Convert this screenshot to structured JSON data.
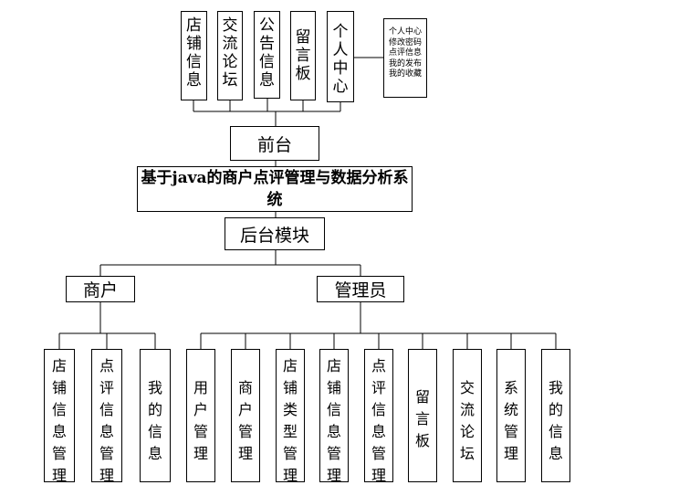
{
  "front_modules": [
    "店铺信息",
    "交流论坛",
    "公告信息",
    "留言板",
    "个人中心"
  ],
  "personal_center_note": [
    "个人中心",
    "修改密码",
    "点评信息",
    "我的发布",
    "我的收藏"
  ],
  "front_label": "前台",
  "system_title": "基于java的商户点评管理与数据分析系统",
  "backend_label": "后台模块",
  "roles": {
    "merchant": {
      "label": "商户",
      "modules": [
        "店铺信息管理",
        "点评信息管理",
        "我的信息"
      ]
    },
    "admin": {
      "label": "管理员",
      "modules": [
        "用户管理",
        "商户管理",
        "店铺类型管理",
        "店铺信息管理",
        "点评信息管理",
        "留言板",
        "交流论坛",
        "系统管理",
        "我的信息"
      ]
    }
  }
}
